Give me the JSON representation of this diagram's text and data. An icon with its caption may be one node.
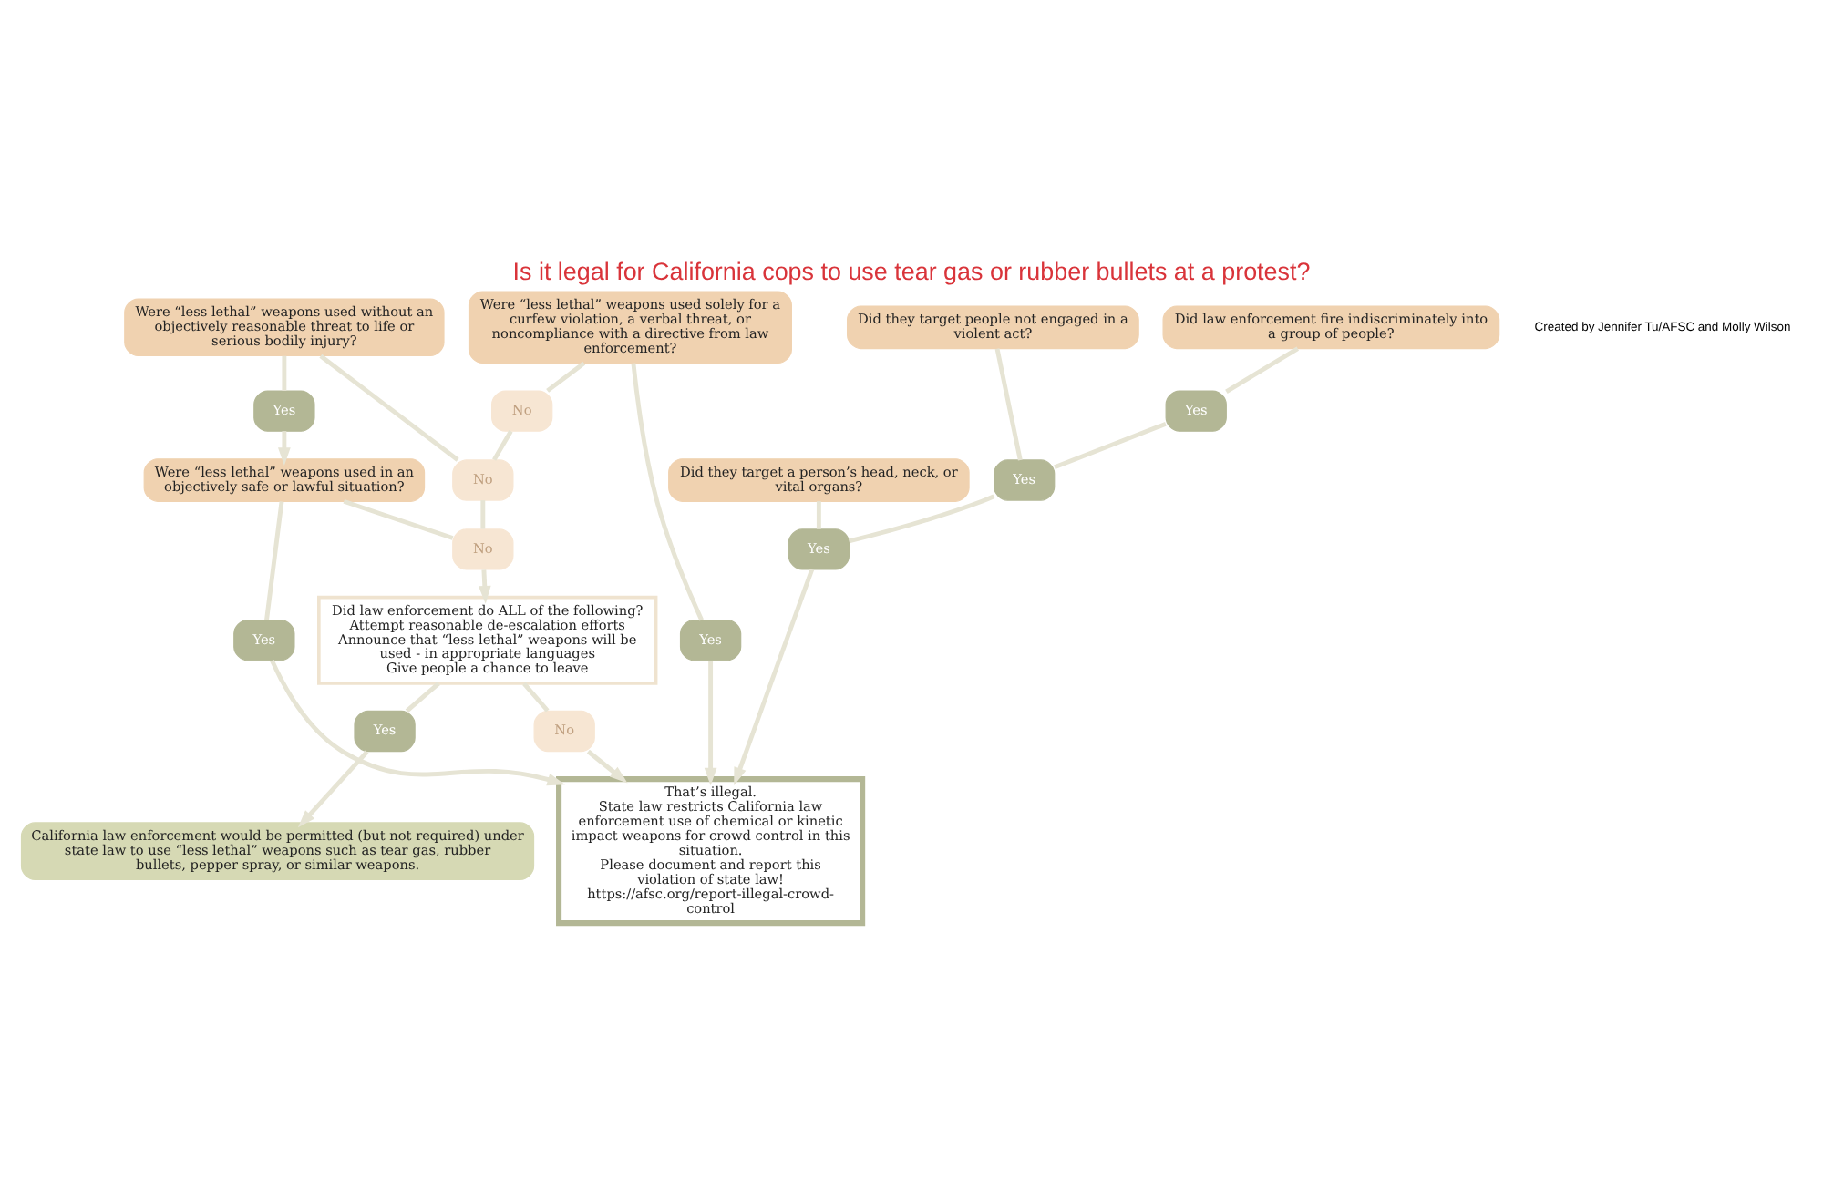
{
  "diagram": {
    "title": "Is it legal for California cops to use tear gas or rubber bullets at a protest?",
    "nodes": [
      {
        "text": [
          "Were “less lethal” weapons used solely for a curfew violation, a verbal threat, or noncompliance with a directive from law enforcement?"
        ]
      },
      {
        "text": [
          "No"
        ]
      },
      {
        "text": [
          "Yes"
        ]
      },
      {
        "text": [
          "Were “less lethal” weapons used without an objectively reasonable threat to life or serious bodily injury?"
        ]
      },
      {
        "text": [
          "No"
        ]
      },
      {
        "text": [
          "Yes"
        ]
      },
      {
        "text": [
          "Were “less lethal” weapons used in an objectively safe or lawful situation?"
        ]
      },
      {
        "text": [
          "No"
        ]
      },
      {
        "text": [
          "Yes"
        ]
      },
      {
        "text": [
          "Did law enforcement do ALL of the following?",
          "Attempt reasonable de-escalation efforts",
          "Announce that “less lethal” weapons will be used - in appropriate languages",
          "Give people a chance to leave"
        ]
      },
      {
        "text": [
          "No"
        ]
      },
      {
        "text": [
          "Yes"
        ]
      },
      {
        "text": [
          "California law enforcement would be permitted (but not required) under state law to use “less lethal” weapons such as tear gas, rubber bullets, pepper spray, or similar weapons."
        ]
      },
      {
        "text": [
          "Did law enforcement fire indiscriminately into a group of people?"
        ]
      },
      {
        "text": [
          "Yes"
        ]
      },
      {
        "text": [
          "Did they target people not engaged in a violent act?"
        ]
      },
      {
        "text": [
          "Yes"
        ]
      },
      {
        "text": [
          "Did they target a person’s head, neck, or vital organs?"
        ]
      },
      {
        "text": [
          "Yes"
        ]
      },
      {
        "text": [
          "That’s illegal.",
          "State law restricts California law enforcement use of chemical or kinetic impact weapons for crowd control in this situation.",
          "Please document and report this violation of state law!",
          "https://afsc.org/report-illegal-crowd-control"
        ]
      }
    ],
    "edges": [
      {
        "from": 0,
        "to": 1,
        "arrow": "none"
      },
      {
        "from": 0,
        "to": 2,
        "arrow": "none"
      },
      {
        "from": 2,
        "to": 19,
        "arrow": "to"
      },
      {
        "from": 1,
        "to": 4,
        "arrow": "none"
      },
      {
        "from": 3,
        "to": 4,
        "arrow": "none"
      },
      {
        "from": 3,
        "to": 5,
        "arrow": "none"
      },
      {
        "from": 5,
        "to": 6,
        "arrow": "to"
      },
      {
        "from": 4,
        "to": 7,
        "arrow": "none"
      },
      {
        "from": 6,
        "to": 7,
        "arrow": "none"
      },
      {
        "from": 6,
        "to": 8,
        "arrow": "none"
      },
      {
        "from": 8,
        "to": 19,
        "arrow": "to"
      },
      {
        "from": 7,
        "to": 9,
        "arrow": "to"
      },
      {
        "from": 9,
        "to": 10,
        "arrow": "none"
      },
      {
        "from": 10,
        "to": 19,
        "arrow": "to"
      },
      {
        "from": 9,
        "to": 11,
        "arrow": "none"
      },
      {
        "from": 11,
        "to": 12,
        "arrow": "to"
      },
      {
        "from": 13,
        "to": 14,
        "arrow": "none"
      },
      {
        "from": 14,
        "to": 16,
        "arrow": "none"
      },
      {
        "from": 15,
        "to": 16,
        "arrow": "none"
      },
      {
        "from": 16,
        "to": 18,
        "arrow": "none"
      },
      {
        "from": 17,
        "to": 18,
        "arrow": "none"
      },
      {
        "from": 18,
        "to": 19,
        "arrow": "to"
      }
    ],
    "labels": [
      "Created by Jennifer Tu/AFSC and Molly Wilson"
    ]
  }
}
